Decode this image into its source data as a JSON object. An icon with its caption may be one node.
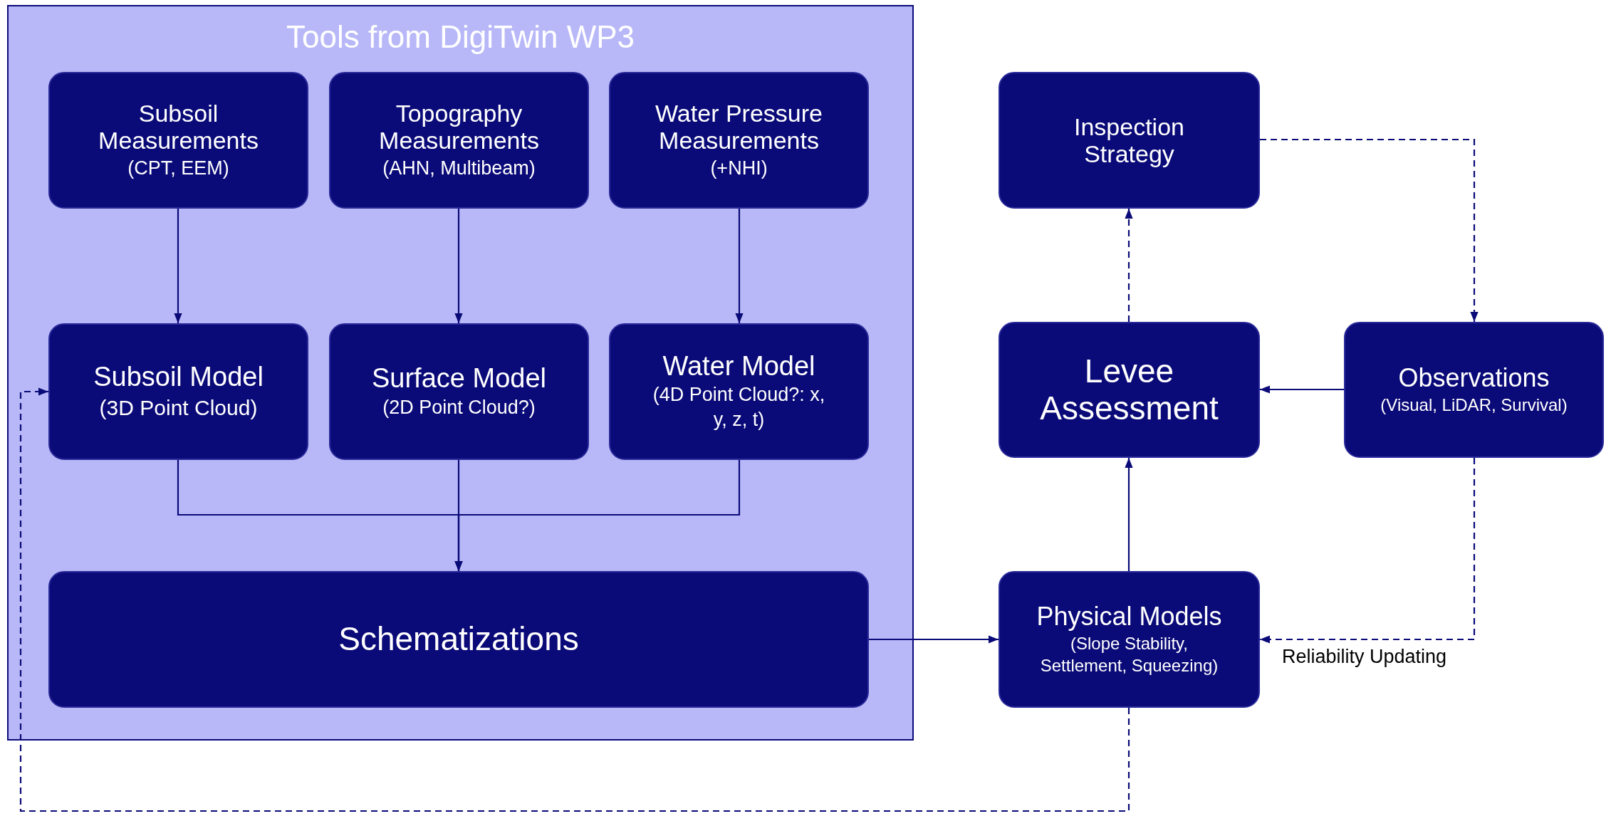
{
  "diagram": {
    "nodes": [
      {
        "text": [
          "Tools from DigiTwin WP3"
        ]
      },
      {
        "text": [
          "Subsoil Measurements",
          "(CPT, EEM)"
        ],
        "in": 0
      },
      {
        "text": [
          "Topography Measurements",
          "(AHN, Multibeam)"
        ],
        "in": 0
      },
      {
        "text": [
          "Water Pressure Measurements",
          "(+NHI)"
        ],
        "in": 0
      },
      {
        "text": [
          "Subsoil Model",
          "(3D Point Cloud)"
        ],
        "in": 0
      },
      {
        "text": [
          "Surface Model",
          "(2D Point Cloud?)"
        ],
        "in": 0
      },
      {
        "text": [
          "Water Model",
          "(4D Point Cloud?: x, y, z, t)"
        ],
        "in": 0
      },
      {
        "text": [
          "Schematizations"
        ],
        "in": 0
      },
      {
        "text": [
          "Inspection Strategy"
        ]
      },
      {
        "text": [
          "Levee Assessment"
        ]
      },
      {
        "text": [
          "Observations",
          "(Visual, LiDAR, Survival)"
        ]
      },
      {
        "text": [
          "Physical Models",
          "(Slope Stability, Settlement, Squeezing)"
        ]
      }
    ],
    "edges": [
      {
        "from": 1,
        "to": 4,
        "arrow": "to"
      },
      {
        "from": 2,
        "to": 5,
        "arrow": "to"
      },
      {
        "from": 3,
        "to": 6,
        "arrow": "to"
      },
      {
        "from": 4,
        "to": 7,
        "arrow": "to"
      },
      {
        "from": 5,
        "to": 7,
        "arrow": "to"
      },
      {
        "from": 6,
        "to": 7,
        "arrow": "to"
      },
      {
        "from": 7,
        "to": 11,
        "arrow": "to"
      },
      {
        "from": 11,
        "to": 9,
        "arrow": "to"
      },
      {
        "from": 9,
        "to": 8,
        "arrow": "to",
        "style": "dashed"
      },
      {
        "from": 8,
        "to": 10,
        "arrow": "to",
        "style": "dashed"
      },
      {
        "from": 10,
        "to": 9,
        "arrow": "to"
      },
      {
        "from": 10,
        "to": 11,
        "arrow": "to",
        "style": "dashed",
        "label": "Reliability Updating"
      },
      {
        "from": 11,
        "to": 4,
        "arrow": "to",
        "style": "dashed"
      }
    ]
  }
}
